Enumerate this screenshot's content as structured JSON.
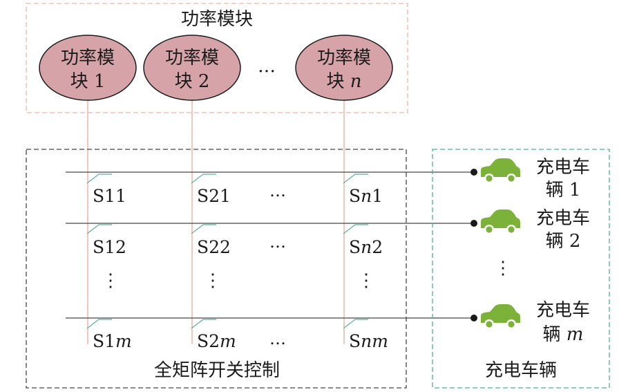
{
  "colors": {
    "module_group_border": "#F2B4A4",
    "module_fill": "#D6A4A8",
    "module_stroke": "#1a1a1a",
    "vertical_line": "#F0A89A",
    "matrix_border": "#444444",
    "horizontal_line": "#444444",
    "switch_mark": "#5BAE9B",
    "vehicle_group_border": "#4DB28B",
    "car_fill": "#7DB23A",
    "text": "#1a1a1a"
  },
  "power_group": {
    "title": "功率模块",
    "modules": [
      {
        "line1": "功率模",
        "line2_prefix": "块 ",
        "index": "1",
        "index_italic": false
      },
      {
        "line1": "功率模",
        "line2_prefix": "块 ",
        "index": "2",
        "index_italic": false
      },
      {
        "line1": "功率模",
        "line2_prefix": "块 ",
        "index": "n",
        "index_italic": true
      }
    ],
    "ellipsis": "…"
  },
  "matrix": {
    "title": "全矩阵开关控制",
    "rows": [
      [
        {
          "prefix": "S",
          "mid": "1",
          "mid_italic": false,
          "suffix": "1",
          "suffix_italic": false
        },
        {
          "prefix": "S",
          "mid": "2",
          "mid_italic": false,
          "suffix": "1",
          "suffix_italic": false
        },
        {
          "prefix": "S",
          "mid": "n",
          "mid_italic": true,
          "suffix": "1",
          "suffix_italic": false
        }
      ],
      [
        {
          "prefix": "S",
          "mid": "1",
          "mid_italic": false,
          "suffix": "2",
          "suffix_italic": false
        },
        {
          "prefix": "S",
          "mid": "2",
          "mid_italic": false,
          "suffix": "2",
          "suffix_italic": false
        },
        {
          "prefix": "S",
          "mid": "n",
          "mid_italic": true,
          "suffix": "2",
          "suffix_italic": false
        }
      ],
      [
        {
          "prefix": "S",
          "mid": "1",
          "mid_italic": false,
          "suffix": "m",
          "suffix_italic": true
        },
        {
          "prefix": "S",
          "mid": "2",
          "mid_italic": false,
          "suffix": "m",
          "suffix_italic": true
        },
        {
          "prefix": "S",
          "mid": "n",
          "mid_italic": true,
          "suffix": "m",
          "suffix_italic": true
        }
      ]
    ],
    "h_ellipsis": "…",
    "v_ellipsis": "⋮"
  },
  "vehicles": {
    "title": "充电车辆",
    "items": [
      {
        "line1": "充电车",
        "line2_prefix": "辆 ",
        "index": "1",
        "index_italic": false
      },
      {
        "line1": "充电车",
        "line2_prefix": "辆 ",
        "index": "2",
        "index_italic": false
      },
      {
        "line1": "充电车",
        "line2_prefix": "辆 ",
        "index": "m",
        "index_italic": true
      }
    ],
    "v_ellipsis": "⋮"
  }
}
